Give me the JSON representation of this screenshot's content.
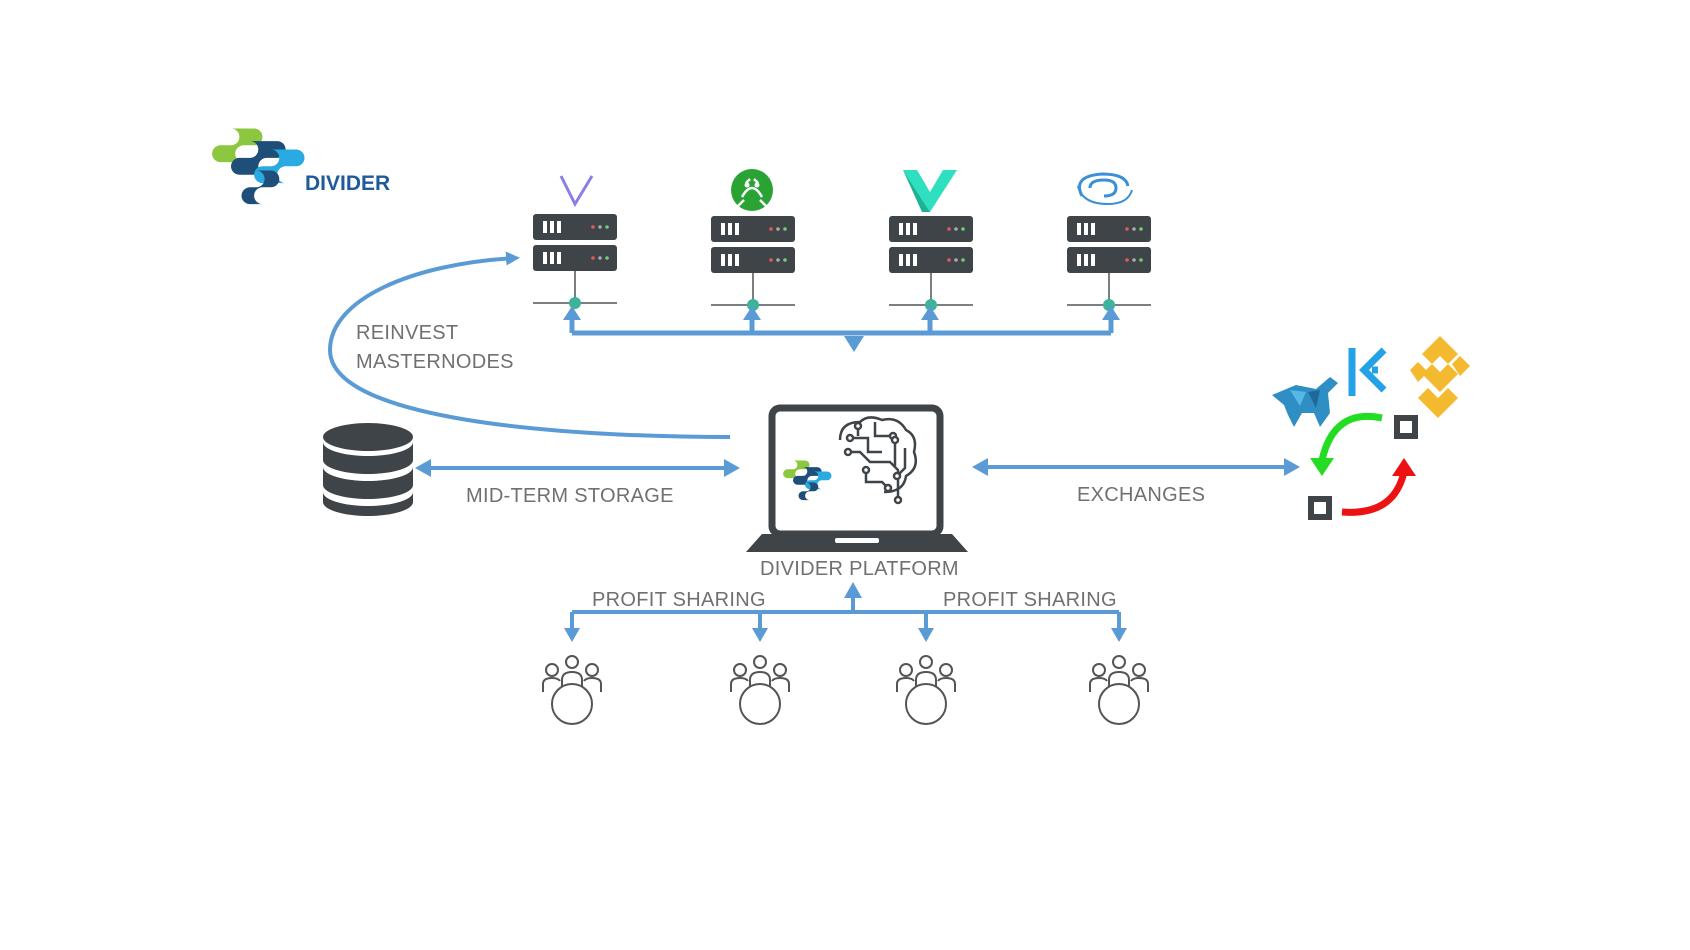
{
  "brand": {
    "name": "DIVIDER"
  },
  "labels": {
    "reinvest_line1": "REINVEST",
    "reinvest_line2": "MASTERNODES",
    "storage": "MID-TERM STORAGE",
    "exchanges": "EXCHANGES",
    "platform": "DIVIDER PLATFORM",
    "profit_left": "PROFIT SHARING",
    "profit_right": "PROFIT SHARING"
  },
  "masternodes": [
    {
      "icon": "vechain-logo-icon"
    },
    {
      "icon": "frog-coin-logo-icon"
    },
    {
      "icon": "v-coin-logo-icon"
    },
    {
      "icon": "swirl-coin-logo-icon"
    }
  ],
  "exchanges": [
    {
      "icon": "bull-exchange-logo-icon"
    },
    {
      "icon": "kucoin-logo-icon"
    },
    {
      "icon": "binance-logo-icon"
    }
  ],
  "colors": {
    "arrow_blue": "#5b9bd5",
    "dark_gray": "#3f4448",
    "node_teal": "#3cb39a",
    "swap_green": "#22dd22",
    "swap_red": "#ee1111",
    "brand_green": "#8dc63f",
    "brand_navy": "#1f4e79",
    "brand_cyan": "#29abe2",
    "binance_gold": "#f3ba2f",
    "kucoin_blue": "#23a3e6"
  }
}
